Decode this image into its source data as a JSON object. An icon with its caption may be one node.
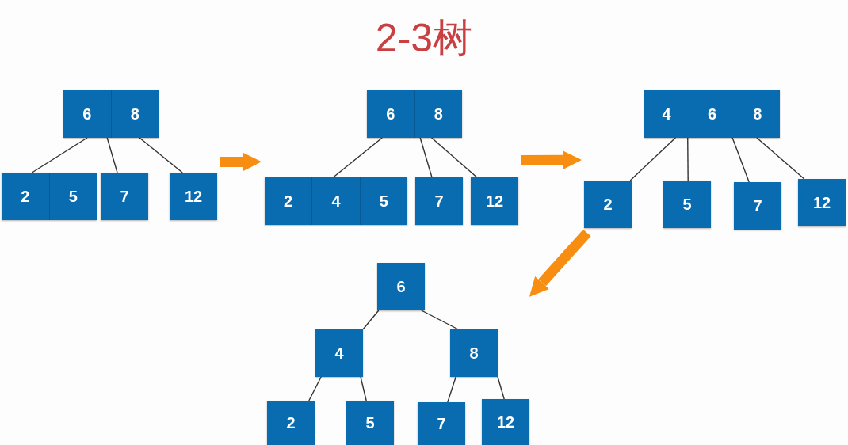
{
  "diagram": {
    "title": "2-3树",
    "nodes": [
      {
        "text": [],
        "shape": "picture"
      },
      {
        "text": [],
        "shape": "picture"
      },
      {
        "text": [],
        "shape": "picture"
      },
      {
        "text": [],
        "shape": "picture"
      },
      {
        "text": [
          "6",
          "8"
        ],
        "in": 0
      },
      {
        "text": [
          "2",
          "5"
        ],
        "in": 0
      },
      {
        "text": [
          "7"
        ],
        "in": 0
      },
      {
        "text": [
          "12"
        ],
        "in": 0
      },
      {
        "text": [
          "6",
          "8"
        ],
        "in": 1
      },
      {
        "text": [
          "2",
          "4",
          "5"
        ],
        "in": 1
      },
      {
        "text": [
          "7"
        ],
        "in": 1
      },
      {
        "text": [
          "12"
        ],
        "in": 1
      },
      {
        "text": [
          "4",
          "6",
          "8"
        ],
        "in": 2
      },
      {
        "text": [
          "2"
        ],
        "in": 2
      },
      {
        "text": [
          "5"
        ],
        "in": 2
      },
      {
        "text": [
          "7"
        ],
        "in": 2
      },
      {
        "text": [
          "12"
        ],
        "in": 2
      },
      {
        "text": [
          "6"
        ],
        "in": 3
      },
      {
        "text": [
          "4"
        ],
        "in": 3
      },
      {
        "text": [
          "8"
        ],
        "in": 3
      },
      {
        "text": [
          "2"
        ],
        "in": 3
      },
      {
        "text": [
          "5"
        ],
        "in": 3
      },
      {
        "text": [
          "7"
        ],
        "in": 3
      },
      {
        "text": [
          "12"
        ],
        "in": 3
      }
    ],
    "edges": [
      {
        "from": 4,
        "to": 5,
        "arrow": "none"
      },
      {
        "from": 4,
        "to": 6,
        "arrow": "none"
      },
      {
        "from": 4,
        "to": 7,
        "arrow": "none"
      },
      {
        "from": 8,
        "to": 9,
        "arrow": "none"
      },
      {
        "from": 8,
        "to": 10,
        "arrow": "none"
      },
      {
        "from": 8,
        "to": 11,
        "arrow": "none"
      },
      {
        "from": 12,
        "to": 13,
        "arrow": "none"
      },
      {
        "from": 12,
        "to": 14,
        "arrow": "none"
      },
      {
        "from": 12,
        "to": 15,
        "arrow": "none"
      },
      {
        "from": 12,
        "to": 16,
        "arrow": "none"
      },
      {
        "from": 17,
        "to": 18,
        "arrow": "none"
      },
      {
        "from": 17,
        "to": 19,
        "arrow": "none"
      },
      {
        "from": 18,
        "to": 20,
        "arrow": "none"
      },
      {
        "from": 18,
        "to": 21,
        "arrow": "none"
      },
      {
        "from": 19,
        "to": 22,
        "arrow": "none"
      },
      {
        "from": 19,
        "to": 23,
        "arrow": "none"
      },
      {
        "from": 0,
        "to": 1,
        "arrow": "to",
        "style": "thick",
        "color": "#f78e12"
      },
      {
        "from": 1,
        "to": 2,
        "arrow": "to",
        "style": "thick",
        "color": "#f78e12"
      },
      {
        "from": 2,
        "to": 3,
        "arrow": "to",
        "style": "thick",
        "color": "#f78e12"
      }
    ]
  }
}
